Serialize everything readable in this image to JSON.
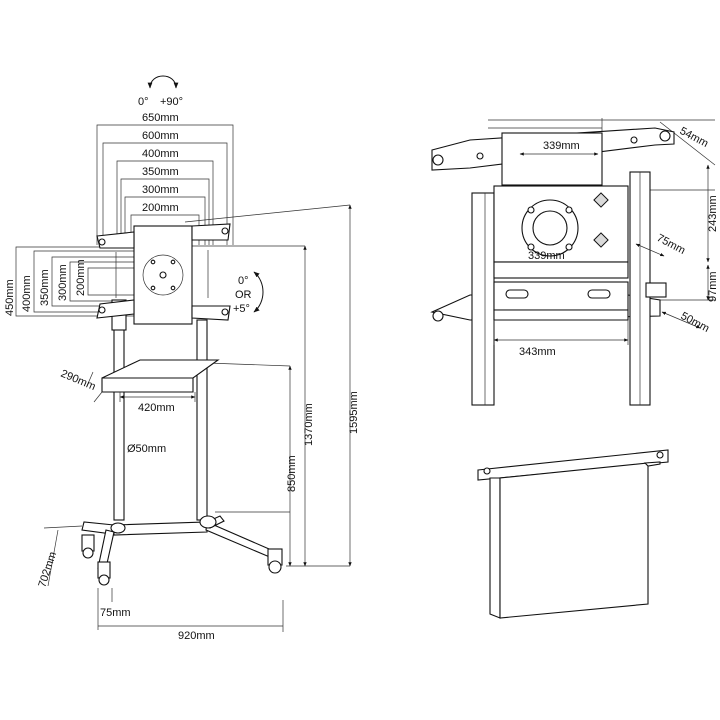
{
  "rotation": {
    "left": "0°",
    "right": "+90°"
  },
  "tilt": {
    "line1": "0°",
    "line2": "OR",
    "line3": "+5°"
  },
  "vesa_horizontal": [
    "650mm",
    "600mm",
    "400mm",
    "350mm",
    "300mm",
    "200mm"
  ],
  "vesa_vertical": [
    "450mm",
    "400mm",
    "350mm",
    "300mm",
    "200mm"
  ],
  "shelf": {
    "depth": "290mm",
    "width": "420mm"
  },
  "pole": {
    "diameter": "Ø50mm"
  },
  "heights": {
    "shelf": "850mm",
    "min": "1370mm",
    "max": "1595mm"
  },
  "base": {
    "depth": "702mm",
    "width": "920mm",
    "wheel": "75mm"
  },
  "detail": {
    "top_width": "339mm",
    "inner_width": "339mm",
    "bracket_width": "343mm",
    "side_depth": "54mm",
    "height": "243mm",
    "offset": "75mm",
    "bracket_height": "97mm",
    "bracket_depth": "50mm"
  }
}
